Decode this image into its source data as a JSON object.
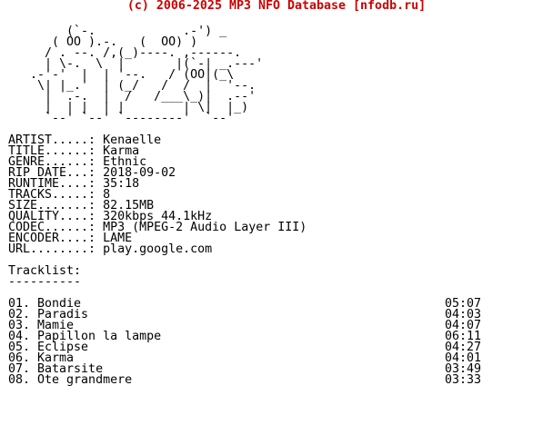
{
  "header": {
    "text": "(c) 2006-2025 MP3 NFO Database [nfodb.ru]"
  },
  "ascii_art": "        (`-.            .-') _\n      ( OO ).-.   (  OO) )\n     / . --. /,(_)----. ,------.\n     | \\-.  \\  |       |(`-| _.---'\n   .-'-'  |  | '--.   / (OO|(_\\\n    \\| |_.'  | (_/   /  /  |  '--.\n     |  .-.  |  /   /___\\_)|  .--'\n     |  | |  | |        | \\|  |_)\n     `--' `--' `--------'  `--'",
  "info": [
    {
      "key": "ARTIST.....:",
      "value": "Kenaelle"
    },
    {
      "key": "TITLE......:",
      "value": "Karma"
    },
    {
      "key": "GENRE......:",
      "value": "Ethnic"
    },
    {
      "key": "RIP DATE...:",
      "value": "2018-09-02"
    },
    {
      "key": "RUNTIME....:",
      "value": "35:18"
    },
    {
      "key": "TRACKS.....:",
      "value": "8"
    },
    {
      "key": "SIZE.......:",
      "value": "82.15MB"
    },
    {
      "key": "QUALITY....:",
      "value": "320kbps 44.1kHz"
    },
    {
      "key": "CODEC......:",
      "value": "MP3 (MPEG-2 Audio Layer III)"
    },
    {
      "key": "ENCODER....:",
      "value": "LAME"
    },
    {
      "key": "URL........:",
      "value": "play.google.com"
    }
  ],
  "tracklist": {
    "title": "Tracklist:",
    "underline": "----------",
    "tracks": [
      {
        "name": "01. Bondie",
        "time": "05:07"
      },
      {
        "name": "02. Paradis",
        "time": "04:03"
      },
      {
        "name": "03. Mamie",
        "time": "04:07"
      },
      {
        "name": "04. Papillon la lampe",
        "time": "06:11"
      },
      {
        "name": "05. Eclipse",
        "time": "04:27"
      },
      {
        "name": "06. Karma",
        "time": "04:01"
      },
      {
        "name": "07. Batarsite",
        "time": "03:49"
      },
      {
        "name": "08. Ote grandmere",
        "time": "03:33"
      }
    ]
  }
}
